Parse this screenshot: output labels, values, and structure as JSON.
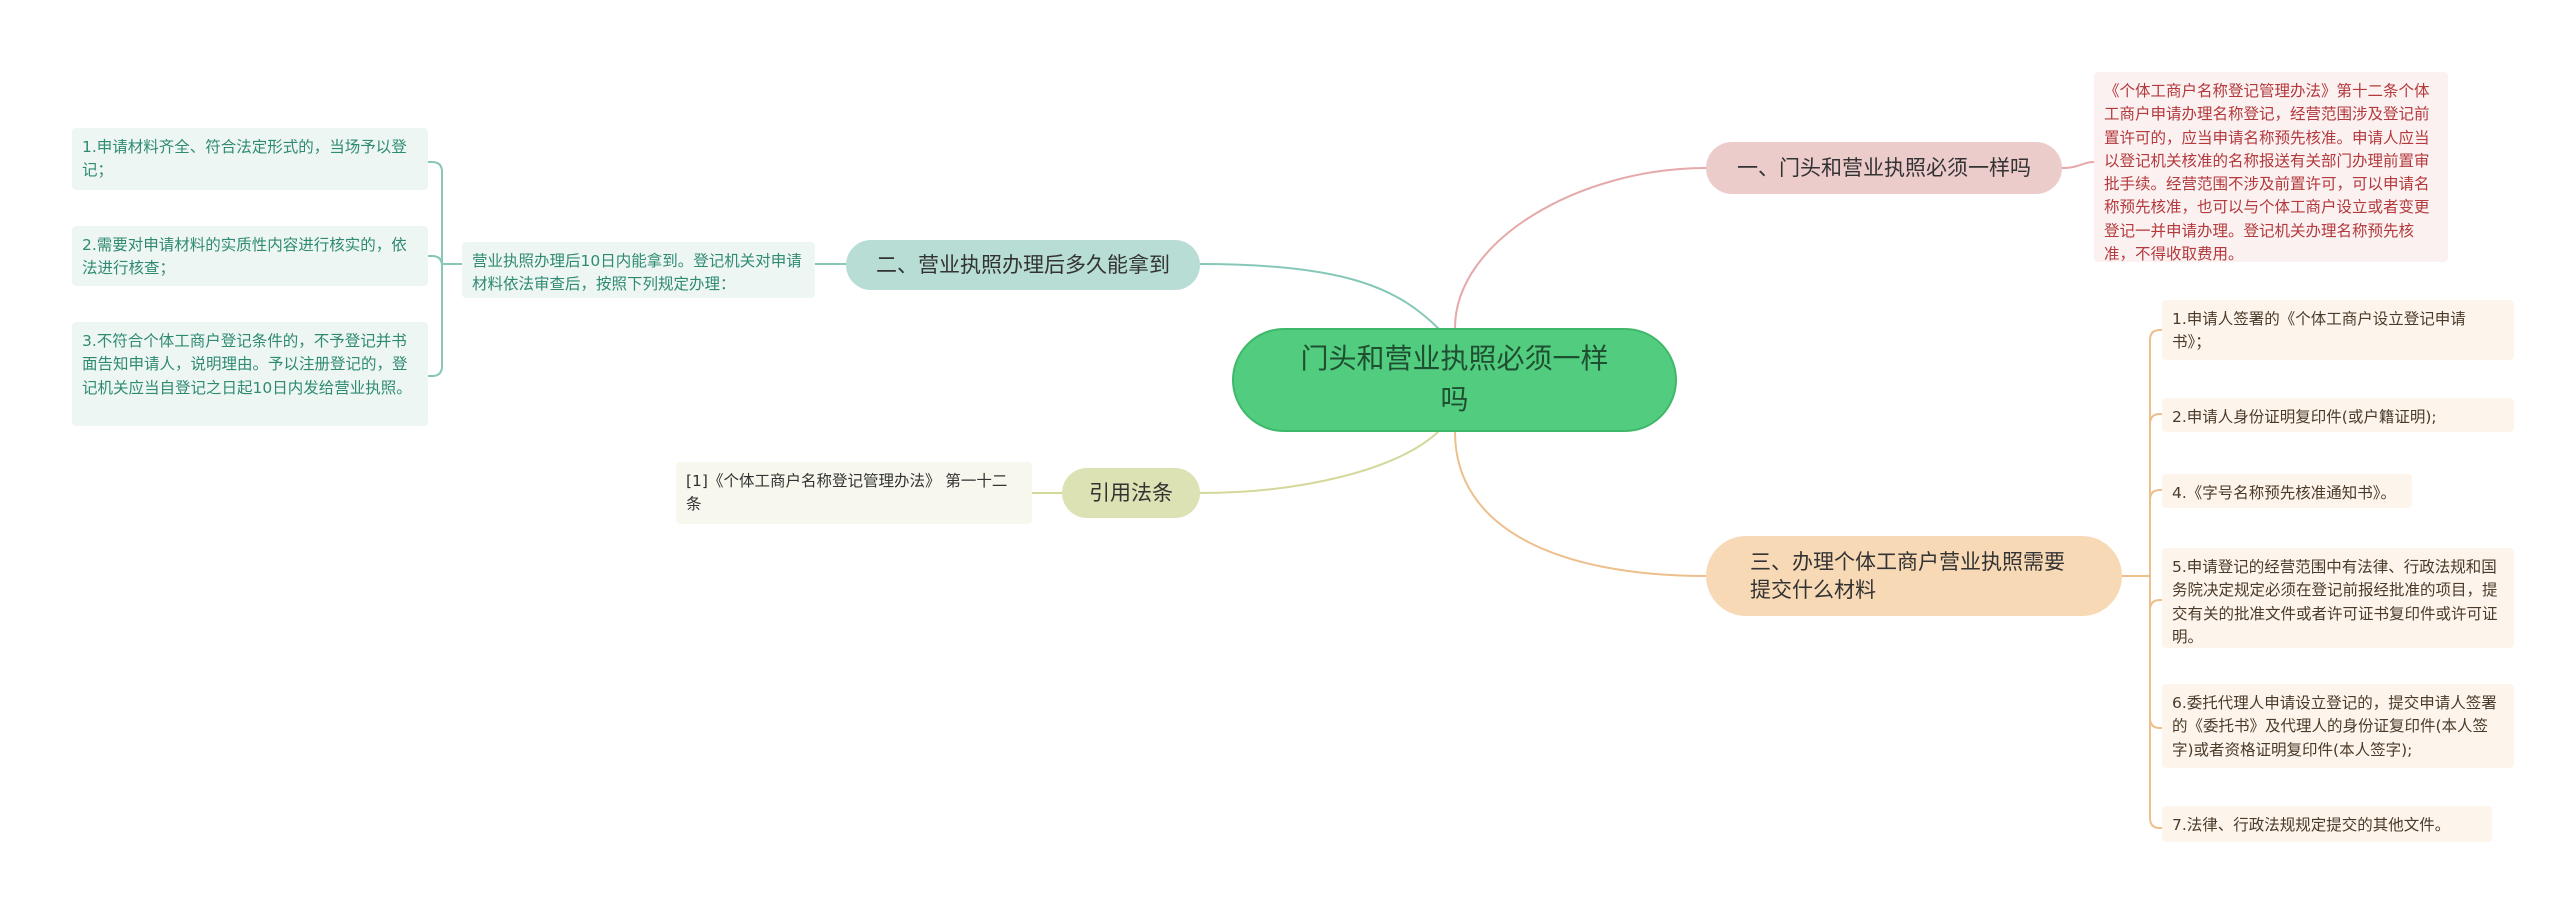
{
  "root": {
    "title": "门头和营业执照必须一样吗"
  },
  "branches": {
    "b1": {
      "label": "一、门头和营业执照必须一样吗",
      "detail": "《个体工商户名称登记管理办法》第十二条个体工商户申请办理名称登记，经营范围涉及登记前置许可的，应当申请名称预先核准。申请人应当以登记机关核准的名称报送有关部门办理前置审批手续。经营范围不涉及前置许可，可以申请名称预先核准，也可以与个体工商户设立或者变更登记一并申请办理。登记机关办理名称预先核准，不得收取费用。"
    },
    "b2": {
      "label": "二、营业执照办理后多久能拿到",
      "detail": "营业执照办理后10日内能拿到。登记机关对申请材料依法审查后，按照下列规定办理：",
      "items": [
        "1.申请材料齐全、符合法定形式的，当场予以登记；",
        "2.需要对申请材料的实质性内容进行核实的，依法进行核查；",
        "3.不符合个体工商户登记条件的，不予登记并书面告知申请人，说明理由。予以注册登记的，登记机关应当自登记之日起10日内发给营业执照。"
      ]
    },
    "b3": {
      "label": "三、办理个体工商户营业执照需要提交什么材料",
      "items": [
        "1.申请人签署的《个体工商户设立登记申请书》；",
        "2.申请人身份证明复印件(或户籍证明);",
        "4.《字号名称预先核准通知书》。",
        "5.申请登记的经营范围中有法律、行政法规和国务院决定规定必须在登记前报经批准的项目，提交有关的批准文件或者许可证书复印件或许可证明。",
        "6.委托代理人申请设立登记的，提交申请人签署的《委托书》及代理人的身份证复印件(本人签字)或者资格证明复印件(本人签字);",
        "7.法律、行政法规规定提交的其他文件。"
      ]
    },
    "ref": {
      "label": "引用法条",
      "items": [
        "[1]《个体工商户名称登记管理办法》 第一十二条"
      ]
    }
  },
  "colors": {
    "root": "#52cc7e",
    "b1": "#eccbcb",
    "b2": "#b7ddd5",
    "b3": "#f8d9b6",
    "ref": "#dde2b4",
    "edge_b1": "#e6a9a9",
    "edge_b2": "#86c7b8",
    "edge_b3": "#eebf8c",
    "edge_ref": "#d4d89a"
  }
}
